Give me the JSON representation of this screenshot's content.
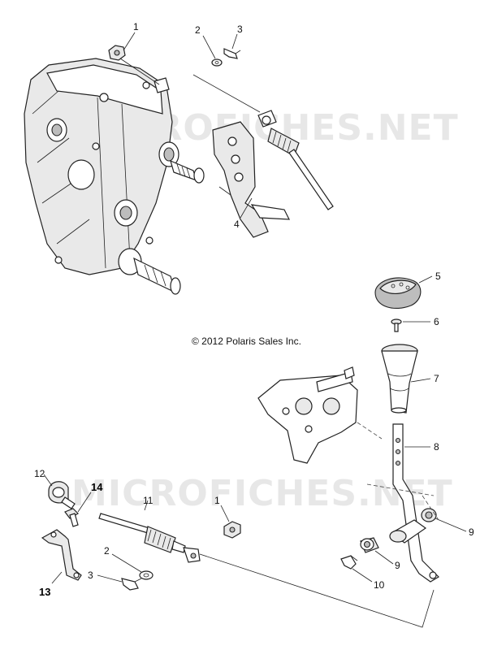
{
  "copyright": "© 2012 Polaris Sales Inc.",
  "watermark": "MICROFICHES.NET",
  "callouts": {
    "c1_top": "1",
    "c2_top": "2",
    "c3_top": "3",
    "c4": "4",
    "c5": "5",
    "c6": "6",
    "c7": "7",
    "c8": "8",
    "c9_right": "9",
    "c9_mid": "9",
    "c10": "10",
    "c11": "11",
    "c1_bottom": "1",
    "c2_bottom": "2",
    "c3_bottom": "3",
    "c12": "12",
    "c13": "13",
    "c14": "14"
  }
}
